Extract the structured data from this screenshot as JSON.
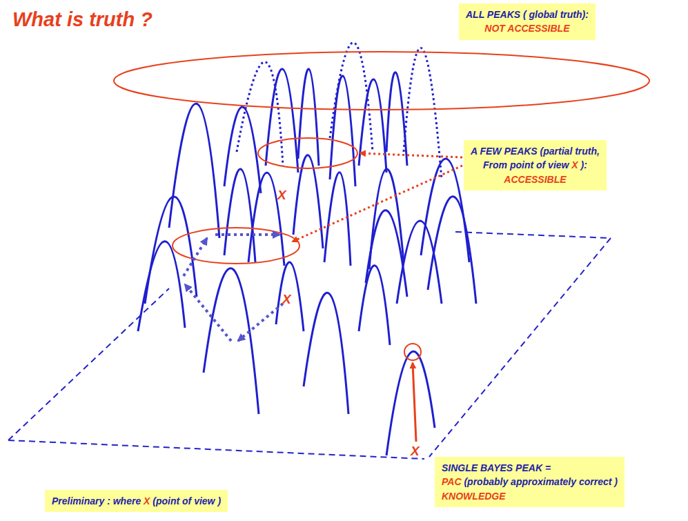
{
  "diagram": {
    "title": "What is truth ?",
    "nodes": [
      {
        "text": [
          "ALL PEAKS ( global truth):",
          "NOT   ACCESSIBLE"
        ]
      },
      {
        "text": [
          "A FEW PEAKS (partial truth,",
          "From point of view",
          "X",
          "):",
          "ACCESSIBLE"
        ]
      },
      {
        "text": [
          "SINGLE BAYES PEAK   =",
          "PAC",
          "(probably approximately correct )",
          "KNOWLEDGE"
        ]
      },
      {
        "text": [
          "Preliminary : where",
          "X",
          "(point of view )"
        ]
      }
    ],
    "labels": [
      "X",
      "X",
      "X"
    ]
  }
}
